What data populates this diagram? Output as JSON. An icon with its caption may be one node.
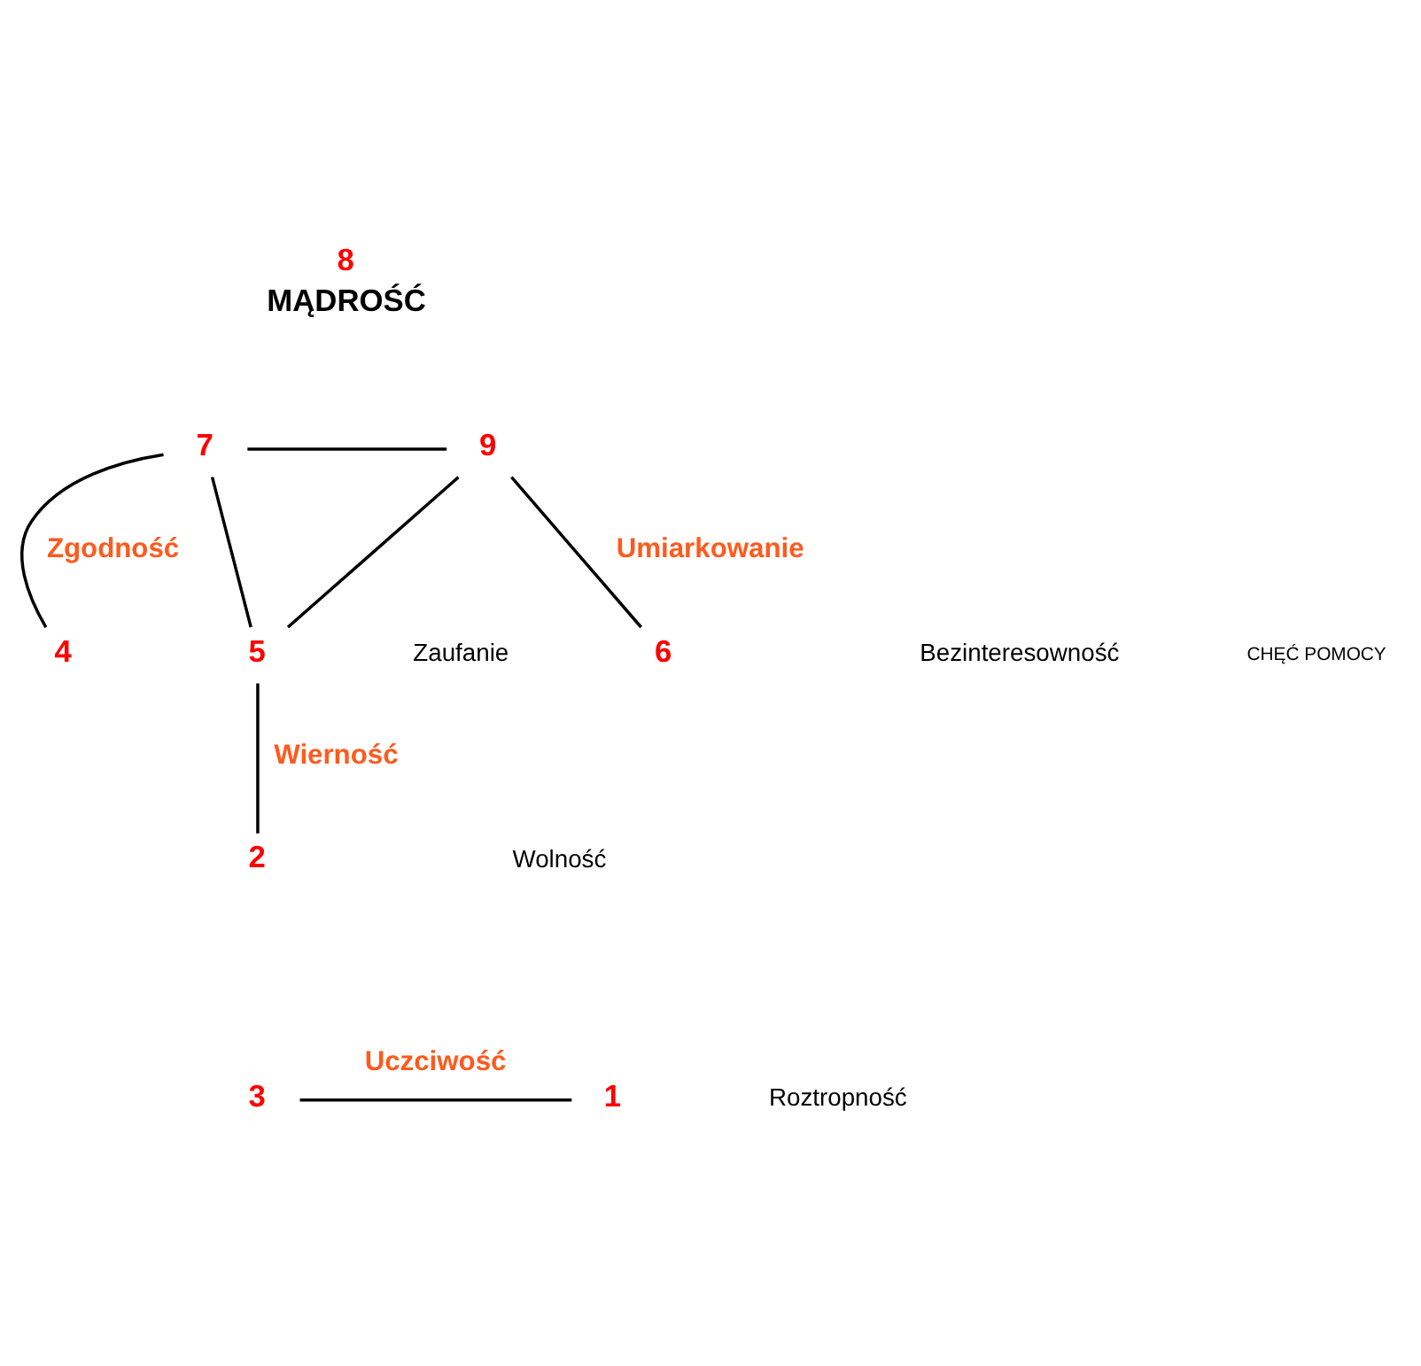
{
  "diagram": {
    "nodes": [
      {
        "text": [
          "8"
        ],
        "beside": [
          "MĄDROŚĆ"
        ]
      },
      {
        "text": [
          "7"
        ]
      },
      {
        "text": [
          "9"
        ]
      },
      {
        "text": [
          "4"
        ]
      },
      {
        "text": [
          "5"
        ]
      },
      {
        "text": [
          "6"
        ]
      },
      {
        "text": [
          "2"
        ]
      },
      {
        "text": [
          "3"
        ]
      },
      {
        "text": [
          "1"
        ]
      }
    ],
    "edges": [
      {
        "from": 3,
        "to": 1,
        "arrow": "none",
        "label": "Zgodność"
      },
      {
        "from": 1,
        "to": 2,
        "arrow": "none"
      },
      {
        "from": 1,
        "to": 4,
        "arrow": "none"
      },
      {
        "from": 2,
        "to": 4,
        "arrow": "none"
      },
      {
        "from": 2,
        "to": 5,
        "arrow": "none",
        "label": "Umiarkowanie"
      },
      {
        "from": 4,
        "to": 6,
        "arrow": "none",
        "label": "Wierność"
      },
      {
        "from": 7,
        "to": 8,
        "arrow": "none",
        "label": "Uczciwość"
      }
    ],
    "labels": [
      "CHĘĆ POMOCY",
      "Zaufanie",
      "Bezinteresowność",
      "Wolność",
      "Roztropność"
    ]
  }
}
